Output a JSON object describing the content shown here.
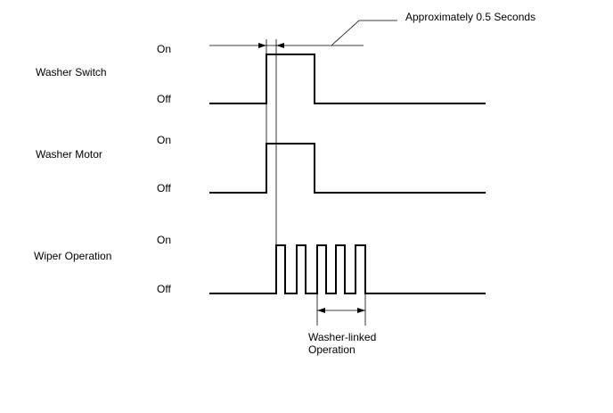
{
  "annotation": {
    "delay_label": "Approximately 0.5 Seconds",
    "washer_linked_line1": "Washer-linked",
    "washer_linked_line2": "Operation"
  },
  "signals": [
    {
      "name": "Washer Switch",
      "on_label": "On",
      "off_label": "Off"
    },
    {
      "name": "Washer Motor",
      "on_label": "On",
      "off_label": "Off"
    },
    {
      "name": "Wiper Operation",
      "on_label": "On",
      "off_label": "Off"
    }
  ],
  "colors": {
    "line": "#000000",
    "background": "#ffffff"
  }
}
